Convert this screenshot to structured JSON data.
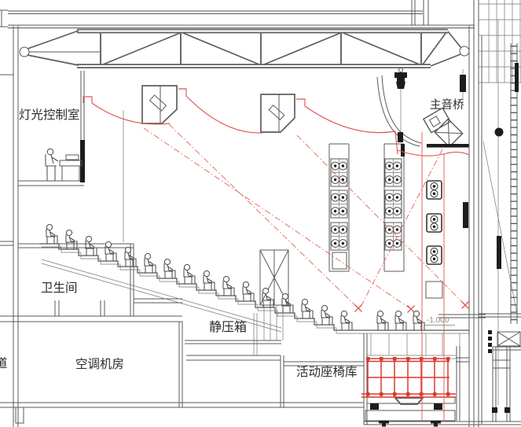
{
  "drawing": {
    "labels": {
      "lighting_control_room": "灯光控制室",
      "toilet": "卫生间",
      "ac_plant_room": "空调机房",
      "plenum": "静压箱",
      "movable_seat_storage": "活动座椅库",
      "main_sound_bridge": "主音桥",
      "duct_partial": "道",
      "elevation_marker": "-1.000"
    },
    "colors": {
      "line": "#585858",
      "accent_red": "#e0564e",
      "scaffold_red": "#d93a2e",
      "black_fill": "#1c1c1c",
      "background": "#ffffff"
    }
  }
}
